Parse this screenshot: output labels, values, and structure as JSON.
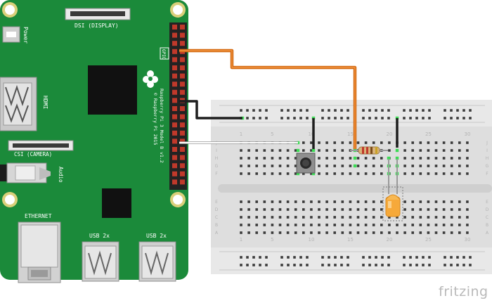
{
  "board": {
    "dsi_label": "DSI (DISPLAY)",
    "power_label": "Power",
    "hdmi_label": "HDMI",
    "csi_label": "CSI (CAMERA)",
    "audio_label": "Audio",
    "ethernet_label": "ETHERNET",
    "usb_left_label": "USB 2x",
    "usb_right_label": "USB 2x",
    "model_line1": "Raspberry Pi 3 Model B v1.2",
    "model_line2": "© Raspberry Pi 2015",
    "gpio_label": "GPIO",
    "color": "#1b8a3a"
  },
  "breadboard": {
    "column_numbers": [
      "1",
      "5",
      "10",
      "15",
      "20",
      "25",
      "30"
    ],
    "row_labels_top": [
      "J",
      "I",
      "H",
      "G",
      "F"
    ],
    "row_labels_bottom": [
      "E",
      "D",
      "C",
      "B",
      "A"
    ]
  },
  "wires": [
    {
      "name": "gpio-to-resistor-wire",
      "color": "#e0761f"
    },
    {
      "name": "ground-wire",
      "color": "#2b2b2b"
    },
    {
      "name": "gpio-to-button-wire",
      "color": "#ffffff"
    }
  ],
  "components": {
    "button": "pushbutton",
    "resistor": "resistor",
    "led": "orange-led"
  },
  "brand": "fritzing"
}
